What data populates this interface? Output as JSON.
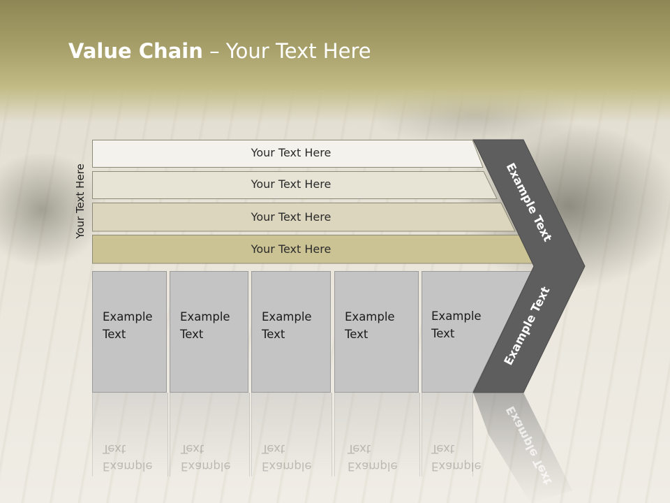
{
  "title": {
    "bold": "Value Chain",
    "rest": " – Your Text Here"
  },
  "side_label": "Your Text Here",
  "bands": [
    {
      "label": "Your Text Here",
      "color": "#f3f2ec"
    },
    {
      "label": "Your Text Here",
      "color": "#e7e4d6"
    },
    {
      "label": "Your Text Here",
      "color": "#dbd6bd"
    },
    {
      "label": "Your Text Here",
      "color": "#cbc394"
    }
  ],
  "boxes": [
    {
      "line1": "Example",
      "line2": "Text"
    },
    {
      "line1": "Example",
      "line2": "Text"
    },
    {
      "line1": "Example",
      "line2": "Text"
    },
    {
      "line1": "Example",
      "line2": "Text"
    },
    {
      "line1": "Example",
      "line2": "Text"
    }
  ],
  "chevron": {
    "upper_label": "Example Text",
    "lower_label": "Example Text",
    "color": "#5e5e5e"
  },
  "reflection": {
    "box_line1": "Example",
    "box_line2": "Text",
    "chevron_label": "Example Text"
  }
}
